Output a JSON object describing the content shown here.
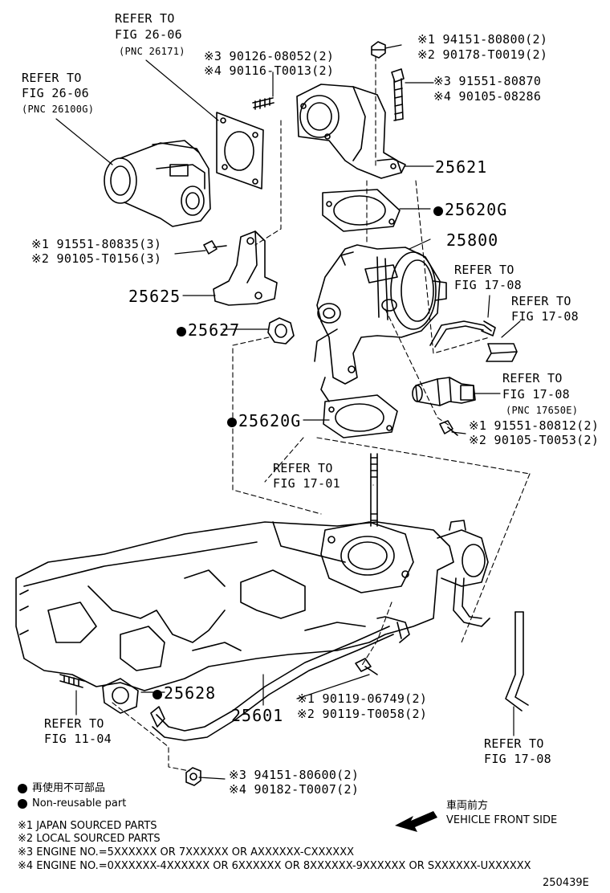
{
  "refs": {
    "r1_line1": "REFER TO",
    "r1_line2": "FIG 26-06",
    "r1_line3": "(PNC 26171)",
    "r2_line1": "REFER TO",
    "r2_line2": "FIG 26-06",
    "r2_line3": "(PNC 26100G)",
    "r3_line1": "REFER TO",
    "r3_line2": "FIG 17-08",
    "r4_line1": "REFER TO",
    "r4_line2": "FIG 17-08",
    "r5_line1": "REFER TO",
    "r5_line2": "FIG 17-08",
    "r5_line3": "(PNC 17650E)",
    "r6_line1": "REFER TO",
    "r6_line2": "FIG 17-01",
    "r7_line1": "REFER TO",
    "r7_line2": "FIG 11-04",
    "r8_line1": "REFER TO",
    "r8_line2": "FIG 17-08"
  },
  "parts": {
    "p_90126": "※3 90126-08052(2)",
    "p_90116": "※4 90116-T0013(2)",
    "p_94151a": "※1 94151-80800(2)",
    "p_90178": "※2 90178-T0019(2)",
    "p_91551a": "※3 91551-80870",
    "p_90105a": "※4 90105-08286",
    "p_91551b": "※1 91551-80835(3)",
    "p_90105b": "※2 90105-T0156(3)",
    "p_91551c": "※1 91551-80812(2)",
    "p_90105c": "※2 90105-T0053(2)",
    "p_90119a": "※1 90119-06749(2)",
    "p_90119b": "※2 90119-T0058(2)",
    "p_94151b": "※3 94151-80600(2)",
    "p_90182": "※4 90182-T0007(2)"
  },
  "pnc": {
    "n25621": "25621",
    "n25620G_top": "25620G",
    "n25800": "25800",
    "n25625": "25625",
    "n25627": "25627",
    "n25620G_mid": "25620G",
    "n25628": "25628",
    "n25601": "25601"
  },
  "legend": {
    "jp": "再使用不可部品",
    "en": "Non-reusable part"
  },
  "direction": {
    "jp": "車両前方",
    "en": "VEHICLE FRONT SIDE"
  },
  "notes": {
    "n1": "※1 JAPAN SOURCED PARTS",
    "n2": "※2 LOCAL SOURCED PARTS",
    "n3": "※3 ENGINE NO.=5XXXXXX OR 7XXXXXX OR AXXXXXX-CXXXXXX",
    "n4": "※4 ENGINE NO.=0XXXXXX-4XXXXXX OR 6XXXXXX OR 8XXXXXX-9XXXXXX OR SXXXXXX-UXXXXXX"
  },
  "figure_id": "250439E"
}
